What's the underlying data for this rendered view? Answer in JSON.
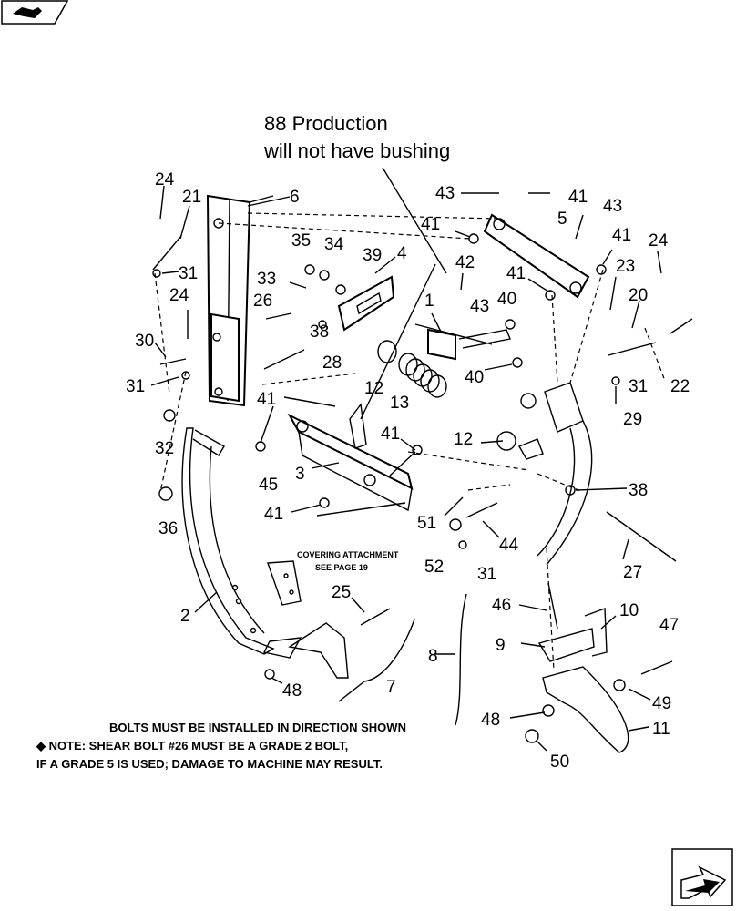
{
  "header": {
    "title_line1": "88 Production",
    "title_line2": "will not have bushing"
  },
  "icons": {
    "top_left": "book-return-icon",
    "bottom_right": "next-page-arrow-icon"
  },
  "callouts": [
    {
      "id": "c24a",
      "text": "24"
    },
    {
      "id": "c21",
      "text": "21"
    },
    {
      "id": "c6",
      "text": "6"
    },
    {
      "id": "c31a",
      "text": "31"
    },
    {
      "id": "c35",
      "text": "35"
    },
    {
      "id": "c34",
      "text": "34"
    },
    {
      "id": "c39",
      "text": "39"
    },
    {
      "id": "c4",
      "text": "4"
    },
    {
      "id": "c33",
      "text": "33"
    },
    {
      "id": "c24b",
      "text": "24"
    },
    {
      "id": "c26",
      "text": "26"
    },
    {
      "id": "c38a",
      "text": "38"
    },
    {
      "id": "c30",
      "text": "30"
    },
    {
      "id": "c28",
      "text": "28"
    },
    {
      "id": "c31b",
      "text": "31"
    },
    {
      "id": "c32",
      "text": "32"
    },
    {
      "id": "c41a",
      "text": "41"
    },
    {
      "id": "c45",
      "text": "45"
    },
    {
      "id": "c3",
      "text": "3"
    },
    {
      "id": "c41b",
      "text": "41"
    },
    {
      "id": "c41c",
      "text": "41"
    },
    {
      "id": "c36",
      "text": "36"
    },
    {
      "id": "c12a",
      "text": "12"
    },
    {
      "id": "c13",
      "text": "13"
    },
    {
      "id": "c1",
      "text": "1"
    },
    {
      "id": "c42",
      "text": "42"
    },
    {
      "id": "c43a",
      "text": "43"
    },
    {
      "id": "c40a",
      "text": "40"
    },
    {
      "id": "c40b",
      "text": "40"
    },
    {
      "id": "c12b",
      "text": "12"
    },
    {
      "id": "c43b",
      "text": "43"
    },
    {
      "id": "c41d",
      "text": "41"
    },
    {
      "id": "c41e",
      "text": "41"
    },
    {
      "id": "c5",
      "text": "5"
    },
    {
      "id": "c43c",
      "text": "43"
    },
    {
      "id": "c41f",
      "text": "41"
    },
    {
      "id": "c41g",
      "text": "41"
    },
    {
      "id": "c24c",
      "text": "24"
    },
    {
      "id": "c23",
      "text": "23"
    },
    {
      "id": "c20",
      "text": "20"
    },
    {
      "id": "c31c",
      "text": "31"
    },
    {
      "id": "c22",
      "text": "22"
    },
    {
      "id": "c29",
      "text": "29"
    },
    {
      "id": "c38b",
      "text": "38"
    },
    {
      "id": "c51",
      "text": "51"
    },
    {
      "id": "c44",
      "text": "44"
    },
    {
      "id": "c52",
      "text": "52"
    },
    {
      "id": "c31d",
      "text": "31"
    },
    {
      "id": "c27",
      "text": "27"
    },
    {
      "id": "c2",
      "text": "2"
    },
    {
      "id": "c25",
      "text": "25"
    },
    {
      "id": "c48a",
      "text": "48"
    },
    {
      "id": "c7",
      "text": "7"
    },
    {
      "id": "c8",
      "text": "8"
    },
    {
      "id": "c46",
      "text": "46"
    },
    {
      "id": "c10",
      "text": "10"
    },
    {
      "id": "c9",
      "text": "9"
    },
    {
      "id": "c47",
      "text": "47"
    },
    {
      "id": "c49",
      "text": "49"
    },
    {
      "id": "c48b",
      "text": "48"
    },
    {
      "id": "c11",
      "text": "11"
    },
    {
      "id": "c50",
      "text": "50"
    }
  ],
  "covering_note": {
    "line1": "COVERING ATTACHMENT",
    "line2": "SEE PAGE 19"
  },
  "notes": {
    "line1": "BOLTS MUST BE INSTALLED IN DIRECTION SHOWN",
    "line2": "◆ NOTE: SHEAR BOLT #26 MUST BE A GRADE 2 BOLT,",
    "line3": "IF A GRADE 5 IS USED; DAMAGE TO MACHINE MAY RESULT."
  }
}
